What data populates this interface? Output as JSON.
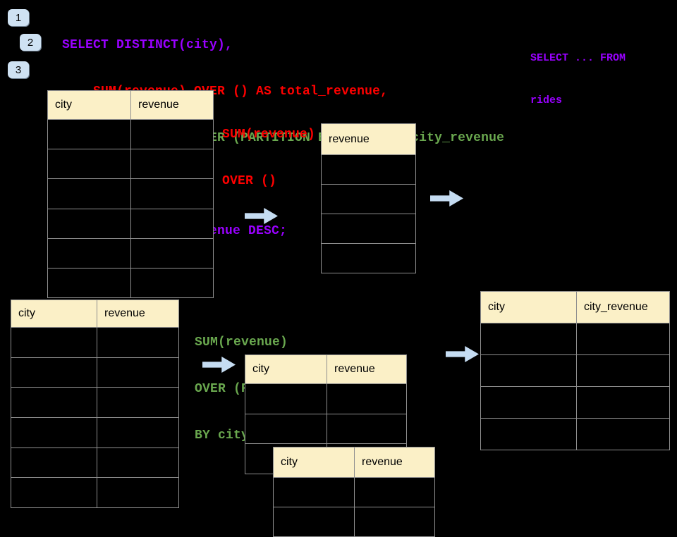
{
  "colors": {
    "background": "#000000",
    "purple": "#9900ff",
    "red": "#ff0000",
    "green": "#6aa84f",
    "header_fill": "#fbf0c7",
    "border": "#8f8f8f",
    "arrow_fill": "#c5dcf2",
    "step_fill": "#cfe2f3"
  },
  "steps": {
    "labels": [
      "1",
      "2",
      "3"
    ]
  },
  "code": {
    "lines": [
      {
        "text": "SELECT DISTINCT(city),",
        "color": "purple"
      },
      {
        "text": "    SUM(revenue) OVER () AS total_revenue,",
        "color": "red"
      },
      {
        "text": "    SUM(revenue) OVER (PARTITION BY city) as city_revenue",
        "color": "green"
      },
      {
        "text": "  FROM rides",
        "color": "purple"
      },
      {
        "text": "  ORDER by city_revenue DESC;",
        "color": "purple"
      }
    ]
  },
  "side_code": {
    "lines": [
      {
        "text": "SELECT ... FROM",
        "color": "purple"
      },
      {
        "text": "rides",
        "color": "purple"
      }
    ]
  },
  "annotations": {
    "total": {
      "lines": [
        {
          "text": "SUM(revenue)",
          "color": "red"
        },
        {
          "text": "OVER ()",
          "color": "red"
        }
      ]
    },
    "partition": {
      "lines": [
        {
          "text": "SUM(revenue)",
          "color": "green"
        },
        {
          "text": "OVER (PARTITION",
          "color": "green"
        },
        {
          "text": "BY city)",
          "color": "green"
        }
      ]
    }
  },
  "tables": {
    "source_top": {
      "headers": [
        "city",
        "revenue"
      ],
      "rows": 6
    },
    "total_result": {
      "headers": [
        "revenue"
      ],
      "rows": 4
    },
    "source_bottom": {
      "headers": [
        "city",
        "revenue"
      ],
      "rows": 6
    },
    "partition_mid": {
      "headers": [
        "city",
        "revenue"
      ],
      "rows": 3
    },
    "partition_front": {
      "headers": [
        "city",
        "revenue"
      ],
      "rows": 2
    },
    "city_result": {
      "headers": [
        "city",
        "city_revenue"
      ],
      "rows": 4
    }
  },
  "icons": {
    "arrow": "block-arrow-right"
  }
}
